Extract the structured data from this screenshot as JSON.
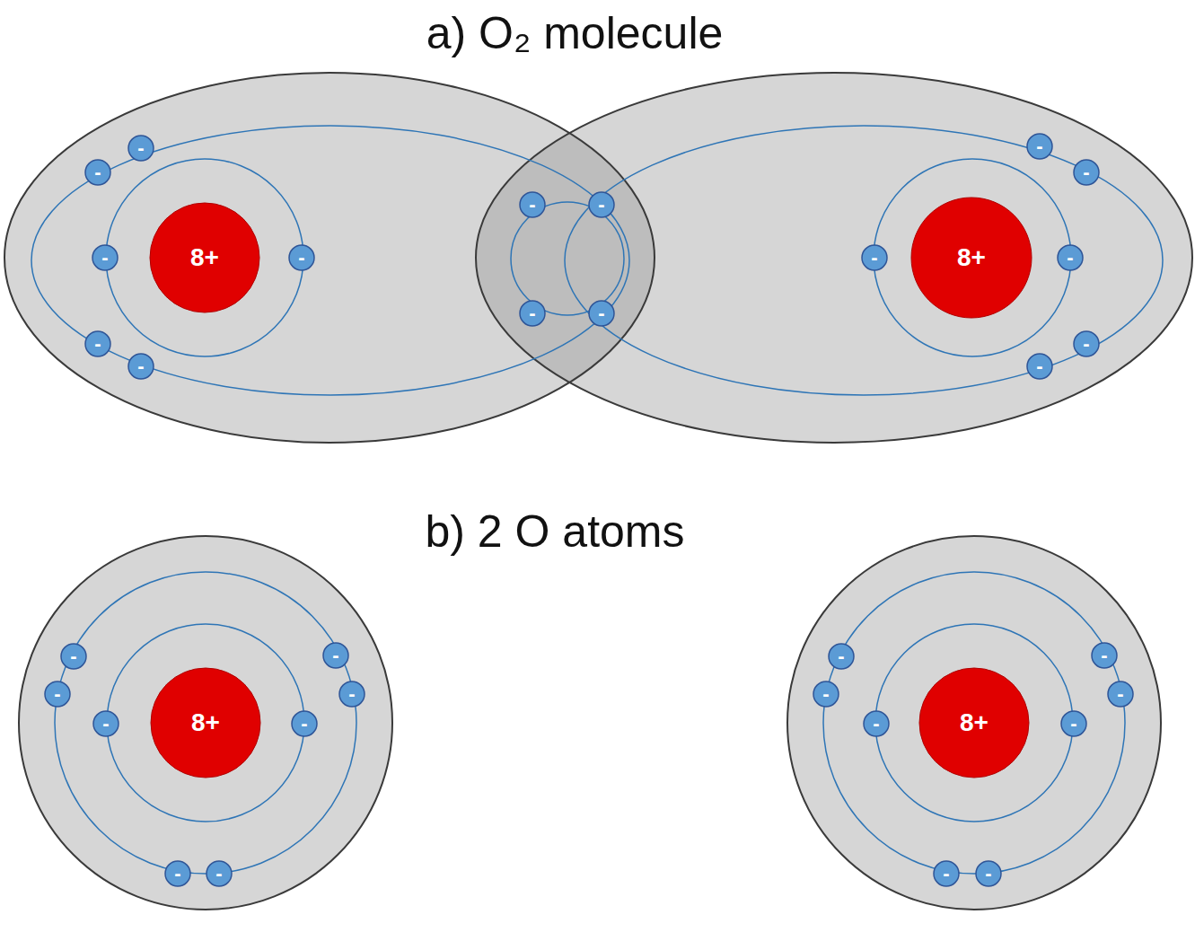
{
  "diagram": {
    "nodes": [
      {
        "text": [
          "8+"
        ]
      },
      {
        "text": [
          "-"
        ]
      },
      {
        "text": [
          "-"
        ]
      },
      {
        "text": [
          "-"
        ]
      },
      {
        "text": [
          "-"
        ]
      },
      {
        "text": [
          "-"
        ]
      },
      {
        "text": [
          "-"
        ]
      },
      {
        "text": [
          "-"
        ]
      },
      {
        "text": [
          "-"
        ]
      },
      {
        "text": [
          "-"
        ]
      },
      {
        "text": [
          "-"
        ]
      },
      {
        "text": [
          "8+"
        ]
      },
      {
        "text": [
          "-"
        ]
      },
      {
        "text": [
          "-"
        ]
      },
      {
        "text": [
          "-"
        ]
      },
      {
        "text": [
          "-"
        ]
      },
      {
        "text": [
          "-"
        ]
      },
      {
        "text": [
          "-"
        ]
      },
      {
        "text": [
          "8+"
        ]
      },
      {
        "text": [
          "-"
        ]
      },
      {
        "text": [
          "-"
        ]
      },
      {
        "text": [
          "-"
        ]
      },
      {
        "text": [
          "-"
        ]
      },
      {
        "text": [
          "-"
        ]
      },
      {
        "text": [
          "-"
        ]
      },
      {
        "text": [
          "-"
        ]
      },
      {
        "text": [
          "-"
        ]
      },
      {
        "text": [
          "8+"
        ]
      },
      {
        "text": [
          "-"
        ]
      },
      {
        "text": [
          "-"
        ]
      },
      {
        "text": [
          "-"
        ]
      },
      {
        "text": [
          "-"
        ]
      },
      {
        "text": [
          "-"
        ]
      },
      {
        "text": [
          "-"
        ]
      },
      {
        "text": [
          "-"
        ]
      },
      {
        "text": [
          "-"
        ]
      }
    ],
    "labels": [
      "a) O₂ molecule",
      "b) 2 O atoms"
    ]
  }
}
